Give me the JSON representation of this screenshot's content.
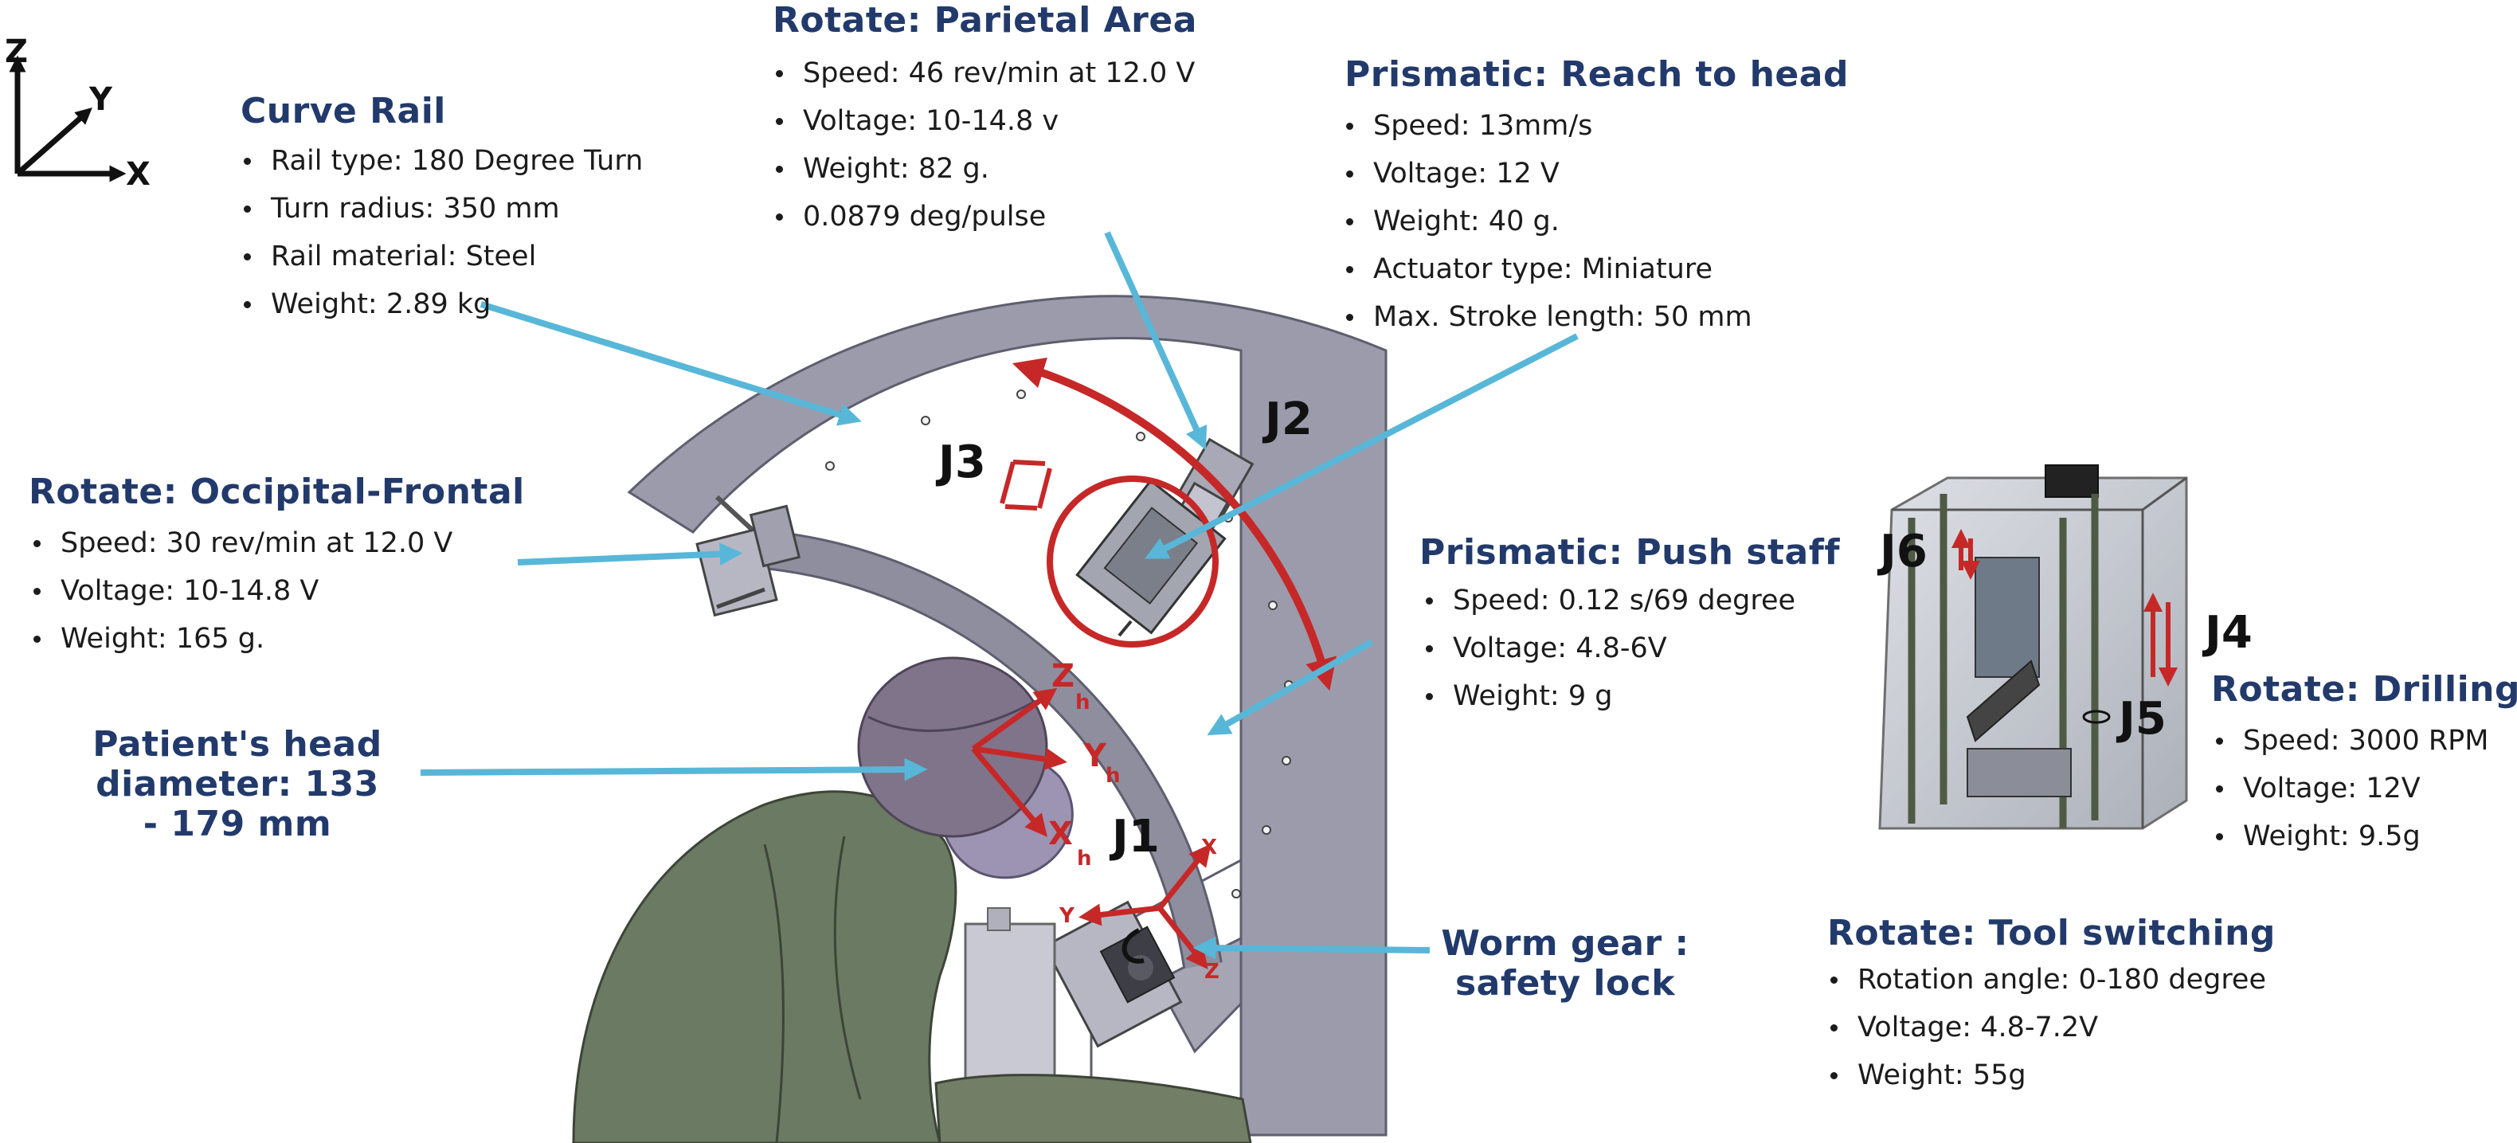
{
  "axes": {
    "z": "Z",
    "y": "Y",
    "x": "X"
  },
  "sections": {
    "curve_rail": {
      "title": "Curve Rail",
      "items": [
        "Rail type: 180 Degree Turn",
        "Turn radius: 350 mm",
        "Rail material: Steel",
        "Weight: 2.89 kg"
      ]
    },
    "parietal": {
      "title": "Rotate: Parietal Area",
      "items": [
        "Speed: 46 rev/min at 12.0 V",
        "Voltage: 10-14.8 v",
        "Weight: 82 g.",
        "0.0879 deg/pulse"
      ]
    },
    "reach": {
      "title": "Prismatic: Reach to head",
      "items": [
        "Speed: 13mm/s",
        "Voltage: 12 V",
        "Weight: 40 g.",
        "Actuator type: Miniature",
        "Max. Stroke length: 50 mm"
      ]
    },
    "occipital": {
      "title": "Rotate: Occipital-Frontal",
      "items": [
        "Speed: 30 rev/min at 12.0 V",
        "Voltage: 10-14.8 V",
        "Weight: 165 g."
      ]
    },
    "push_staff": {
      "title": "Prismatic: Push staff",
      "items": [
        "Speed: 0.12 s/69 degree",
        "Voltage: 4.8-6V",
        "Weight: 9 g"
      ]
    },
    "drilling": {
      "title": "Rotate: Drilling",
      "items": [
        "Speed: 3000 RPM",
        "Voltage: 12V",
        "Weight: 9.5g"
      ]
    },
    "tool_switch": {
      "title": "Rotate: Tool switching",
      "items": [
        "Rotation angle: 0-180 degree",
        "Voltage: 4.8-7.2V",
        "Weight: 55g"
      ]
    },
    "head": {
      "title": "Patient's head diameter: 133 - 179 mm"
    },
    "worm": {
      "title": "Worm gear  : safety lock"
    }
  },
  "joints": {
    "j1": "J1",
    "j2": "J2",
    "j3": "J3",
    "j4": "J4",
    "j5": "J5",
    "j6": "J6"
  },
  "head_frame": {
    "z": "Z",
    "y": "Y",
    "x": "X",
    "sub": "h"
  },
  "tool_frame": {
    "x": "X",
    "y": "Y",
    "z": "Z"
  },
  "colors": {
    "title": "#223a6b",
    "pointer": "#58b7d8",
    "motion": "#c62828",
    "frame": "#8c8c9c",
    "body": "#6b7a62",
    "head": "#80748a"
  }
}
